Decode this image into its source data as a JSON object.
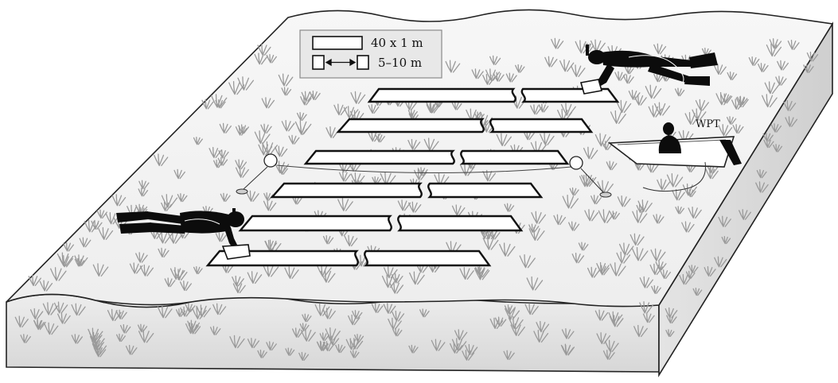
{
  "legend": {
    "transect_label": "40 x 1 m",
    "spacing_label": "5–10 m"
  },
  "boat": {
    "label": "WPT"
  },
  "icons": {
    "diver_top": "snorkel-diver-icon",
    "diver_left": "snorkel-diver-icon",
    "boat": "boat-icon",
    "buoy_left": "marker-buoy-icon",
    "buoy_right": "marker-buoy-icon"
  },
  "colors": {
    "seafloor": "#f4f4f4",
    "block_side": "#e6e6e6",
    "legend_box": "#e8e8e8",
    "seagrass": "#9a9a9a",
    "diver": "#0c0c0c"
  },
  "transects": {
    "count": 6,
    "segments_per_row": 2
  }
}
